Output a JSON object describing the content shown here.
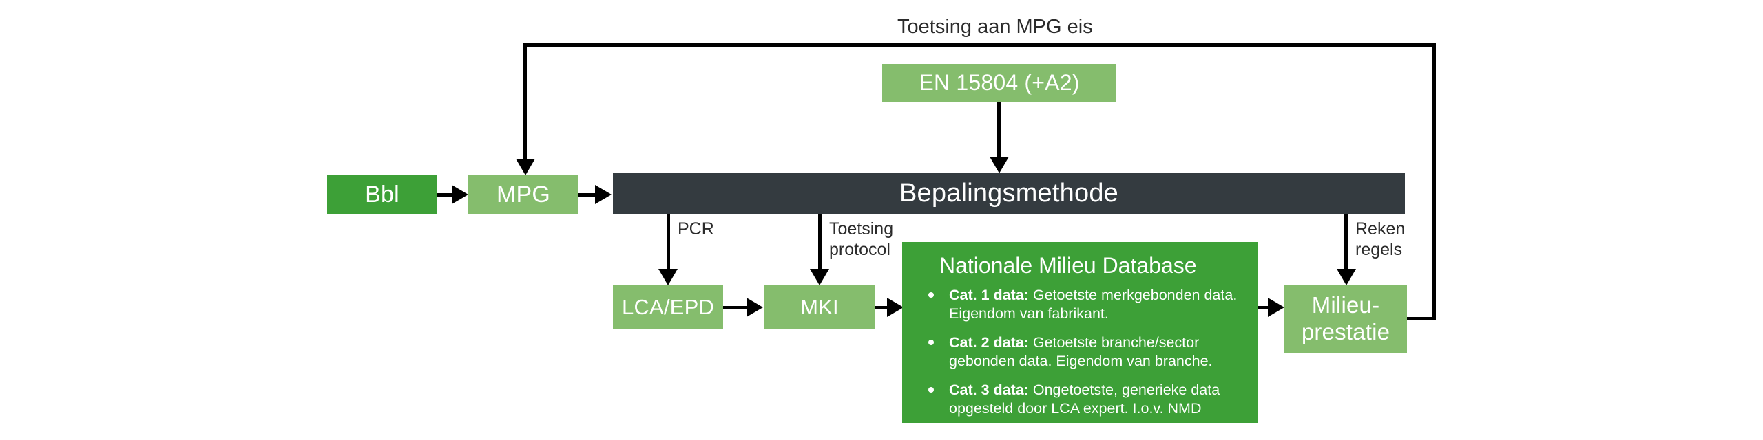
{
  "diagram": {
    "title": "Bepalingsmethode Milieuprestatie Bouwwerken flow",
    "colors": {
      "green_dark": "#3da037",
      "green_light": "#85bd6d",
      "slate": "#343b40",
      "line": "#000000",
      "text_on_fill": "#ffffff",
      "text_label": "#2b2b2b",
      "background": "#ffffff"
    },
    "nodes": {
      "bbl": "Bbl",
      "mpg": "MPG",
      "bepalingsmethode": "Bepalingsmethode",
      "en15804": "EN 15804 (+A2)",
      "lca_epd": "LCA/EPD",
      "mki": "MKI",
      "milieuprestatie": "Milieu-\nprestatie"
    },
    "panel": {
      "title": "Nationale Milieu Database",
      "items": [
        {
          "term": "Cat. 1 data:",
          "text": " Getoetste merkgebonden data. Eigendom van fabrikant."
        },
        {
          "term": "Cat. 2 data:",
          "text": " Getoetste branche/sector gebonden data. Eigendom van branche."
        },
        {
          "term": "Cat. 3 data:",
          "text": " Ongetoetste, generieke data opgesteld door LCA expert. I.o.v. NMD"
        }
      ]
    },
    "edge_labels": {
      "toetsing_mpg_eis": "Toetsing aan MPG eis",
      "pcr": "PCR",
      "toetsing_protocol": "Toetsing\nprotocol",
      "reken_regels": "Reken\nregels"
    }
  }
}
